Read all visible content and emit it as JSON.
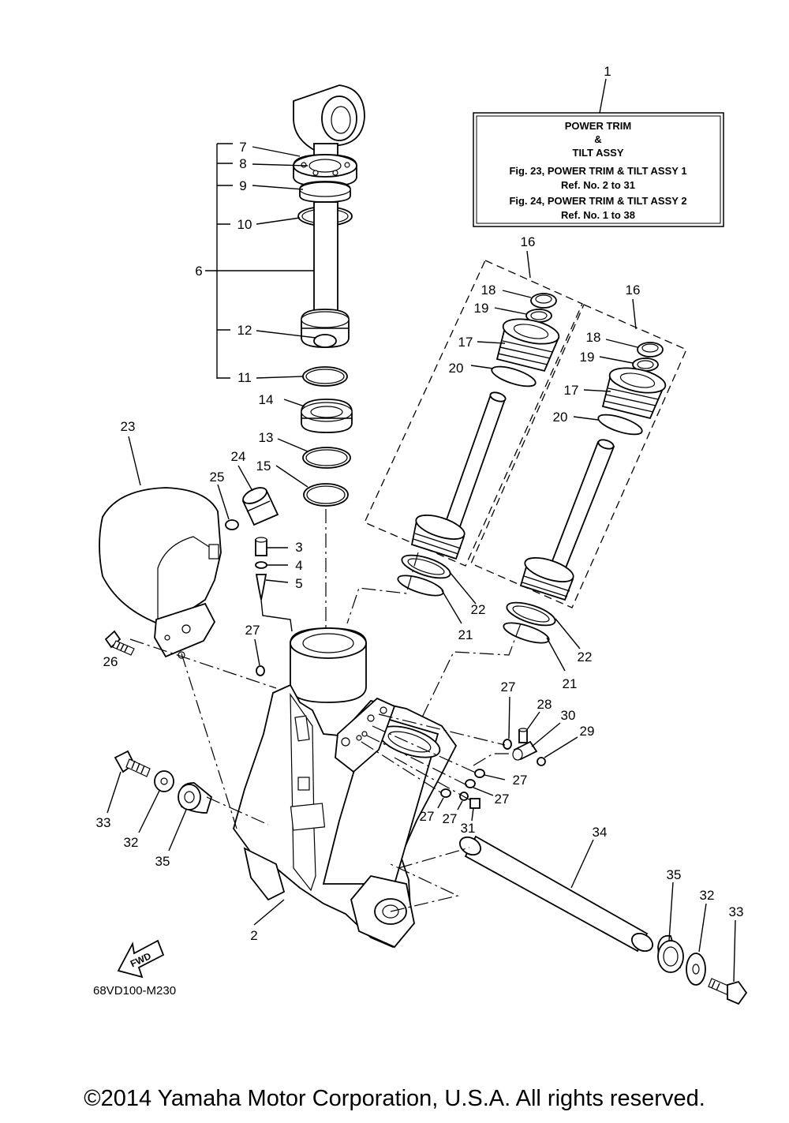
{
  "title_box": {
    "ref": "1",
    "lines": [
      "POWER TRIM",
      "&",
      "TILT ASSY",
      "Fig. 23, POWER TRIM & TILT ASSY 1",
      "Ref. No. 2 to 31",
      "Fig. 24, POWER TRIM & TILT ASSY 2",
      "Ref. No. 1 to 38"
    ]
  },
  "labels": {
    "l1": "1",
    "l2": "2",
    "l3": "3",
    "l4": "4",
    "l5": "5",
    "l6": "6",
    "l7": "7",
    "l8": "8",
    "l9": "9",
    "l10": "10",
    "l11": "11",
    "l12": "12",
    "l13": "13",
    "l14": "14",
    "l15": "15",
    "l16a": "16",
    "l16b": "16",
    "l17a": "17",
    "l17b": "17",
    "l18a": "18",
    "l18b": "18",
    "l19a": "19",
    "l19b": "19",
    "l20a": "20",
    "l20b": "20",
    "l21a": "21",
    "l21b": "21",
    "l22a": "22",
    "l22b": "22",
    "l23": "23",
    "l24": "24",
    "l25": "25",
    "l26": "26",
    "l27a": "27",
    "l27b": "27",
    "l27c": "27",
    "l27d": "27",
    "l27e": "27",
    "l27f": "27",
    "l28": "28",
    "l29": "29",
    "l30": "30",
    "l31": "31",
    "l32a": "32",
    "l32b": "32",
    "l33a": "33",
    "l33b": "33",
    "l34": "34",
    "l35a": "35",
    "l35b": "35"
  },
  "fwd_label": "FWD",
  "diagram_code": "68VD100-M230",
  "copyright": "©2014 Yamaha Motor Corporation, U.S.A. All rights reserved."
}
